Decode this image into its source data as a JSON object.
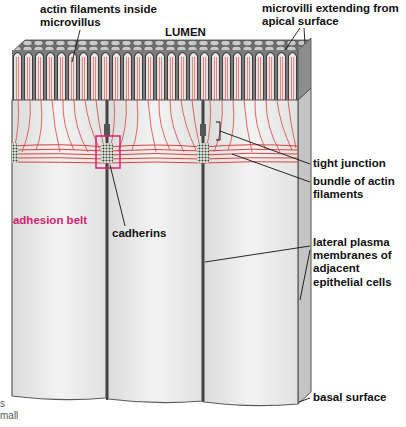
{
  "diagram": {
    "labels": [
      "actin filaments inside microvillus",
      "LUMEN",
      "microvilli extending from apical surface",
      "tight junction",
      "bundle of actin filaments",
      "adhesion belt",
      "cadherins",
      "lateral plasma membranes of adjacent epithelial cells",
      "basal surface",
      "s",
      "mall"
    ]
  }
}
